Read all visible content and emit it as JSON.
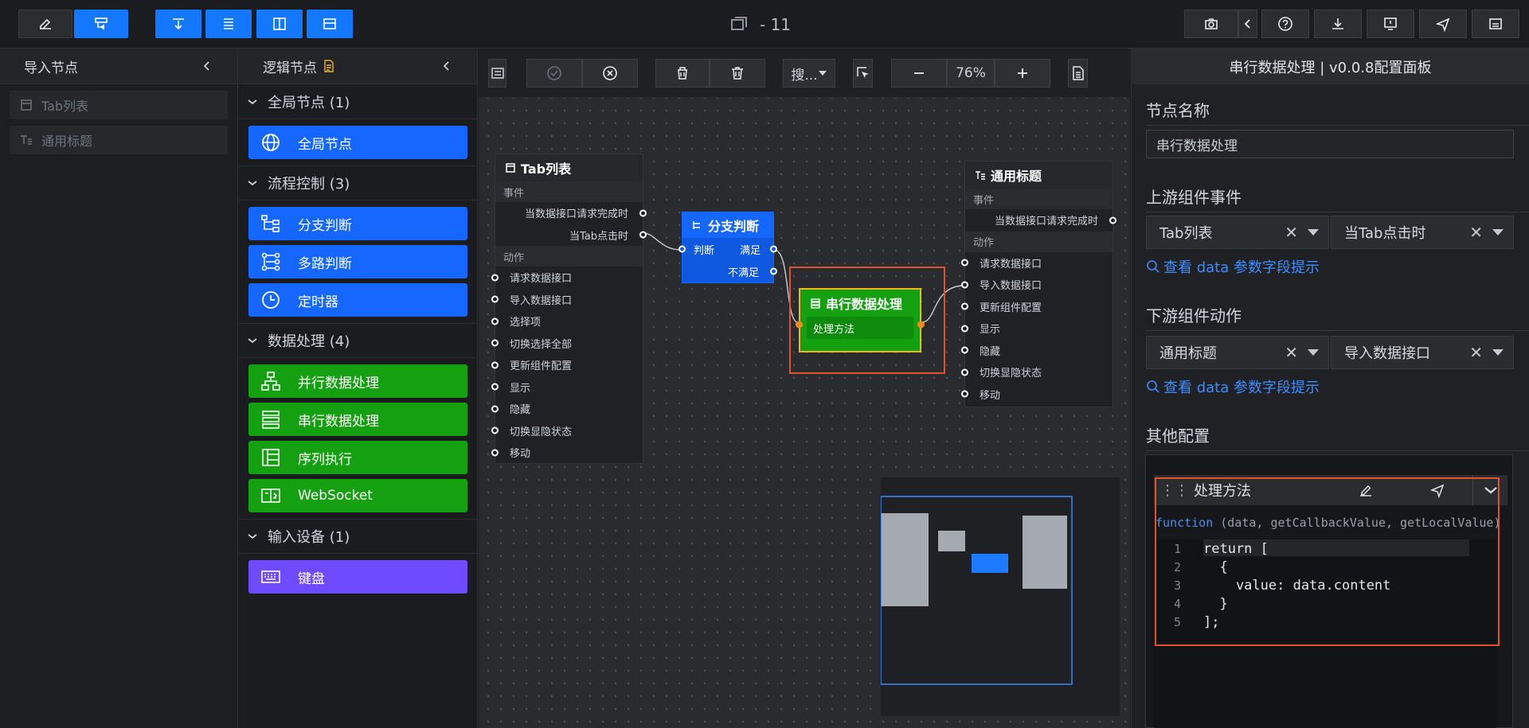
{
  "app": {
    "title": "- 11"
  },
  "import_panel": {
    "title": "导入节点",
    "items": [
      {
        "label": "Tab列表",
        "icon": "tab-icon"
      },
      {
        "label": "通用标题",
        "icon": "title-icon"
      }
    ]
  },
  "logic_panel": {
    "title": "逻辑节点",
    "groups": [
      {
        "label": "全局节点 (1)",
        "nodes": [
          {
            "label": "全局节点",
            "icon": "globe-icon",
            "color": "#1567ff"
          }
        ]
      },
      {
        "label": "流程控制 (3)",
        "nodes": [
          {
            "label": "分支判断",
            "icon": "branch-icon",
            "color": "#1567ff"
          },
          {
            "label": "多路判断",
            "icon": "multi-branch-icon",
            "color": "#1567ff"
          },
          {
            "label": "定时器",
            "icon": "clock-icon",
            "color": "#1567ff"
          }
        ]
      },
      {
        "label": "数据处理 (4)",
        "nodes": [
          {
            "label": "并行数据处理",
            "icon": "parallel-icon",
            "color": "#15a011"
          },
          {
            "label": "串行数据处理",
            "icon": "serial-icon",
            "color": "#15a011"
          },
          {
            "label": "序列执行",
            "icon": "sequence-icon",
            "color": "#15a011"
          },
          {
            "label": "WebSocket",
            "icon": "websocket-icon",
            "color": "#15a011"
          }
        ]
      },
      {
        "label": "输入设备 (1)",
        "nodes": [
          {
            "label": "键盘",
            "icon": "keyboard-icon",
            "color": "#6f4bff"
          }
        ]
      }
    ]
  },
  "canvas_toolbar": {
    "search_label": "搜...",
    "zoom": "76%"
  },
  "nodes": {
    "tab_list": {
      "title": "Tab列表",
      "events_label": "事件",
      "events": [
        "当数据接口请求完成时",
        "当Tab点击时"
      ],
      "actions_label": "动作",
      "actions": [
        "请求数据接口",
        "导入数据接口",
        "选择项",
        "切换选择全部",
        "更新组件配置",
        "显示",
        "隐藏",
        "切换显隐状态",
        "移动"
      ]
    },
    "branch": {
      "title": "分支判断",
      "input": "判断",
      "outputs": [
        "满足",
        "不满足"
      ]
    },
    "serial": {
      "title": "串行数据处理",
      "method": "处理方法"
    },
    "general_title": {
      "title": "通用标题",
      "events_label": "事件",
      "events": [
        "当数据接口请求完成时"
      ],
      "actions_label": "动作",
      "actions": [
        "请求数据接口",
        "导入数据接口",
        "更新组件配置",
        "显示",
        "隐藏",
        "切换显隐状态",
        "移动"
      ]
    }
  },
  "config": {
    "title": "串行数据处理 | v0.0.8配置面板",
    "node_name_label": "节点名称",
    "node_name_value": "串行数据处理",
    "upstream_label": "上游组件事件",
    "upstream_component": "Tab列表",
    "upstream_event": "当Tab点击时",
    "hint_link": "查看 data 参数字段提示",
    "downstream_label": "下游组件动作",
    "downstream_component": "通用标题",
    "downstream_action": "导入数据接口",
    "other_label": "其他配置",
    "method_label": "处理方法",
    "signature_kw": "function",
    "signature_rest": "(data, getCallbackValue, getLocalValue)",
    "code_lines": [
      {
        "n": "1",
        "text": "return ["
      },
      {
        "n": "2",
        "text": "  {"
      },
      {
        "n": "3",
        "text": "    value: data.content"
      },
      {
        "n": "4",
        "text": "  }"
      },
      {
        "n": "5",
        "text": "];"
      }
    ]
  },
  "colors": {
    "accent": "#1478ff",
    "green": "#15a011",
    "purple": "#6f4bff",
    "highlight": "#e0532f"
  }
}
